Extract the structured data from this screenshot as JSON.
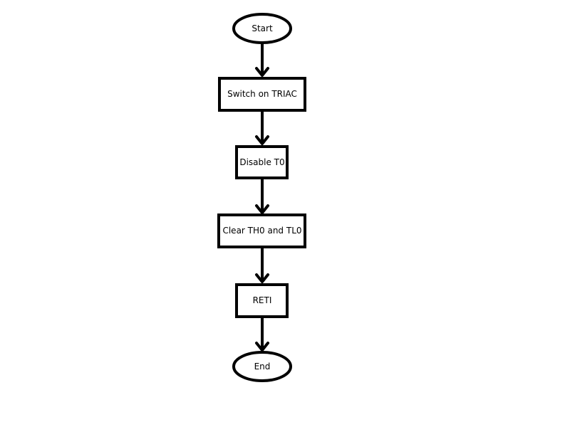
{
  "nodes": [
    {
      "id": "start",
      "label": "Start"
    },
    {
      "id": "switch_on_triac",
      "label": "Switch on TRIAC"
    },
    {
      "id": "disable_t0",
      "label": "Disable T0"
    },
    {
      "id": "clear_th0_tl0",
      "label": "Clear TH0 and TL0"
    },
    {
      "id": "reti",
      "label": "RETI"
    },
    {
      "id": "end",
      "label": "End"
    }
  ],
  "edges": [
    {
      "from": "start",
      "to": "switch_on_triac"
    },
    {
      "from": "switch_on_triac",
      "to": "disable_t0"
    },
    {
      "from": "disable_t0",
      "to": "clear_th0_tl0"
    },
    {
      "from": "clear_th0_tl0",
      "to": "reti"
    },
    {
      "from": "reti",
      "to": "end"
    }
  ],
  "colors": {
    "stroke": "#000000",
    "fill": "#ffffff",
    "text": "#000000"
  }
}
